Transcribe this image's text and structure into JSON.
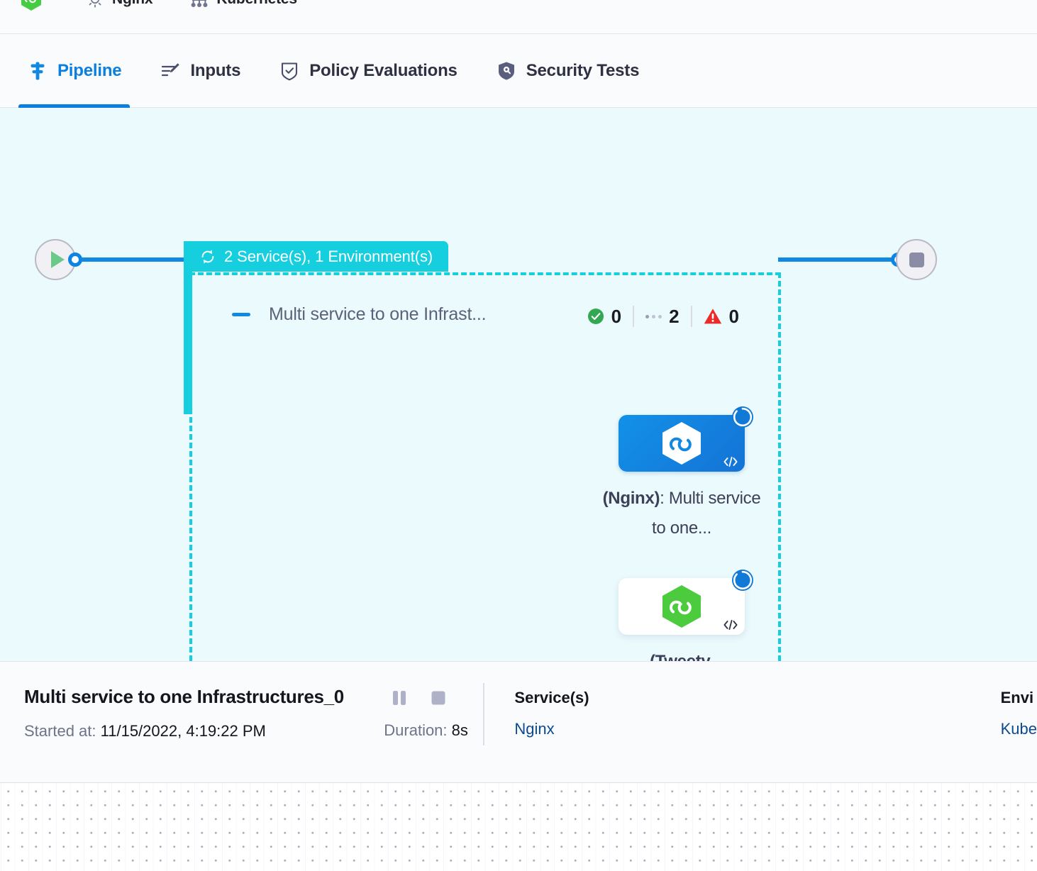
{
  "breadcrumb": {
    "items": [
      {
        "icon": "service-hexagon-icon",
        "label": ""
      },
      {
        "icon": "gear-icon",
        "label": "Nginx"
      },
      {
        "icon": "kubernetes-icon",
        "label": "Kubernetes"
      }
    ]
  },
  "tabs": [
    {
      "id": "pipeline",
      "label": "Pipeline",
      "icon": "pipeline-icon",
      "active": true
    },
    {
      "id": "inputs",
      "label": "Inputs",
      "icon": "inputs-icon",
      "active": false
    },
    {
      "id": "policy-evaluations",
      "label": "Policy Evaluations",
      "icon": "policy-icon",
      "active": false
    },
    {
      "id": "security-tests",
      "label": "Security Tests",
      "icon": "security-icon",
      "active": false
    }
  ],
  "pipeline": {
    "group": {
      "badge_label": "2 Service(s), 1 Environment(s)",
      "badge_icon": "loop-icon",
      "badge_color": "#15cfde",
      "title": "Multi service to one Infrast...",
      "stats": [
        {
          "icon": "success-check-icon",
          "count": "0",
          "color": "#33a852"
        },
        {
          "icon": "running-dots-icon",
          "count": "2",
          "color": "#9a9db1"
        },
        {
          "icon": "error-warning-icon",
          "count": "0",
          "color": "#ea2b27"
        }
      ]
    },
    "nodes": [
      {
        "id": "node-nginx",
        "label_bold": "(Nginx)",
        "label_rest": ": Multi service to one...",
        "style": "blue",
        "status": "running",
        "badges": [
          "spinner-icon",
          "code-icon"
        ]
      },
      {
        "id": "node-tweety",
        "label_bold": "(Tweety, {\"__uuid\":...",
        "label_rest": "",
        "style": "white",
        "status": "running",
        "badges": [
          "spinner-icon",
          "code-icon"
        ]
      }
    ],
    "start_node": {
      "icon": "play-icon",
      "label": ""
    },
    "end_node": {
      "icon": "stop-icon",
      "label": ""
    }
  },
  "detail": {
    "title": "Multi service to one Infrastructures_0",
    "started_label": "Started at:",
    "started_value": "11/15/2022, 4:19:22 PM",
    "controls": [
      {
        "icon": "pause-icon",
        "name": "pause-button"
      },
      {
        "icon": "stop-icon",
        "name": "stop-button"
      }
    ],
    "duration_label": "Duration:",
    "duration_value": "8s",
    "services": {
      "heading": "Service(s)",
      "value": "Nginx"
    },
    "environments": {
      "heading": "Envi",
      "value": "Kube"
    }
  }
}
